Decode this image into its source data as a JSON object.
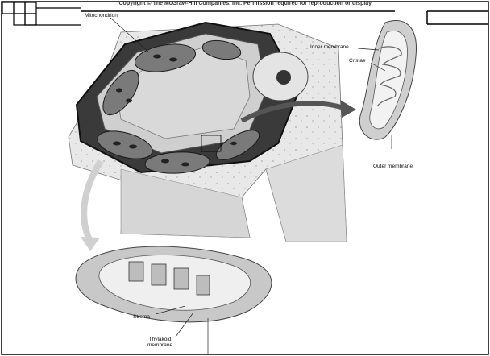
{
  "copyright": "Copyright © The McGraw-Hill Companies, Inc. Permission required for reproduction or display.",
  "labels": {
    "mitochondrion": "Mitochondrion",
    "inner_membrane": "Inner membrane",
    "cristae": "Cristae",
    "outer_membrane": "Outer membrane",
    "stroma": "Stroma",
    "thylakoid_membrane": "Thylakoid\nmembrane"
  }
}
